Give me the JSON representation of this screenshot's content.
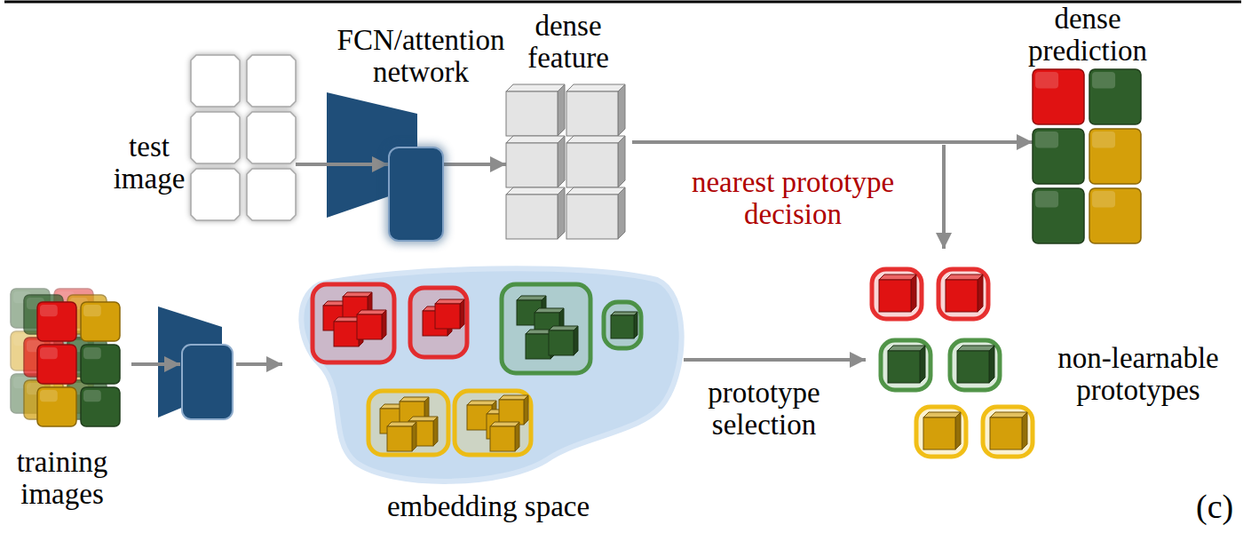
{
  "diagram": {
    "nodes": [
      {
        "text": [
          "test image"
        ]
      },
      {
        "text": [
          "FCN/attention network"
        ]
      },
      {
        "text": [
          "dense feature"
        ]
      },
      {
        "text": [
          "dense prediction"
        ]
      },
      {
        "text": [
          "training images"
        ]
      },
      {
        "text": [
          "embedding space"
        ]
      },
      {
        "text": [
          "non-learnable prototypes"
        ]
      }
    ],
    "edges": [
      {
        "from": 0,
        "to": 1,
        "arrow": "to"
      },
      {
        "from": 1,
        "to": 2,
        "arrow": "to"
      },
      {
        "from": 2,
        "to": 3,
        "arrow": "to"
      },
      {
        "from": 5,
        "to": 6,
        "label": "prototype selection",
        "arrow": "to"
      }
    ],
    "labels": [
      "nearest prototype decision",
      "(c)"
    ]
  }
}
